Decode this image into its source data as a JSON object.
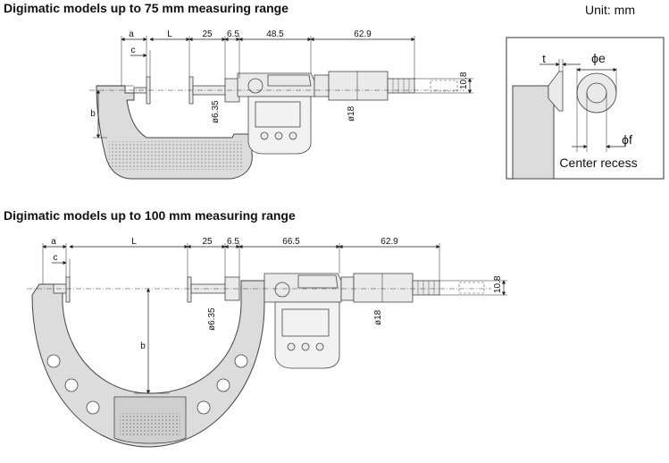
{
  "titles": {
    "top": "Digimatic models up to 75 mm measuring range",
    "bottom": "Digimatic models up to 100 mm measuring range",
    "unit": "Unit: mm"
  },
  "top_dims": {
    "a": "a",
    "c": "c",
    "L": "L",
    "d25": "25",
    "d65": "6.5",
    "d485": "48.5",
    "d629": "62.9",
    "d108": "10.8",
    "b": "b",
    "phi635": "ø6.35",
    "phi18": "ø18"
  },
  "bottom_dims": {
    "a": "a",
    "c": "c",
    "L": "L",
    "d25": "25",
    "d65": "6.5",
    "d665": "66.5",
    "d629": "62.9",
    "d108": "10.8",
    "b": "b",
    "phi635": "ø6.35",
    "phi18": "ø18"
  },
  "detail": {
    "t": "t",
    "phi_e": "ϕe",
    "phi_f": "ϕf",
    "center_recess": "Center recess"
  }
}
